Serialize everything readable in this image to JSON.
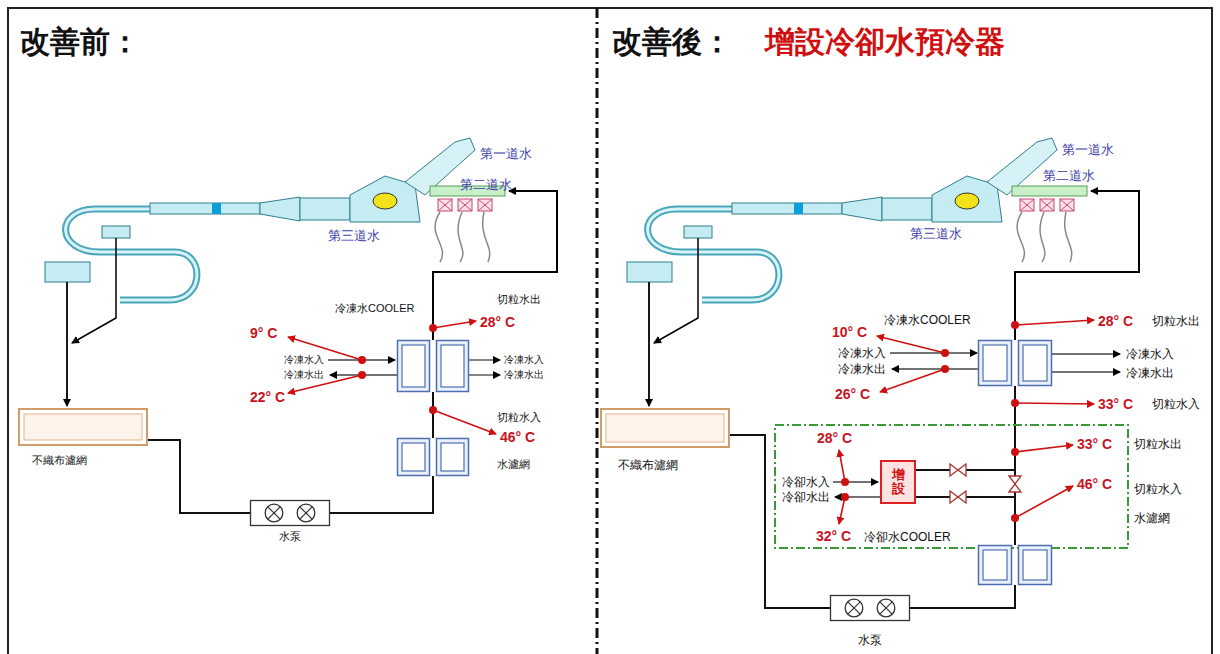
{
  "diagram": {
    "nodes": [
      {
        "text": [
          "不織布濾網"
        ]
      },
      {
        "text": [
          "水泵"
        ]
      },
      {
        "text": [
          "水濾網"
        ]
      },
      {
        "text": [
          "冷凍水COOLER"
        ]
      },
      {
        "text": [
          "不織布濾網"
        ]
      },
      {
        "text": [
          "水泵"
        ]
      },
      {
        "text": [
          "水濾網"
        ]
      },
      {
        "text": [
          "冷凍水COOLER"
        ]
      },
      {
        "text": [
          "增設",
          "冷卻水COOLER"
        ]
      }
    ],
    "edges": [
      {
        "from": 0,
        "to": 1,
        "arrow": "none"
      },
      {
        "from": 1,
        "to": 2,
        "arrow": "none"
      },
      {
        "from": 2,
        "to": 3,
        "arrow": "none"
      },
      {
        "from": 4,
        "to": 5,
        "arrow": "none"
      },
      {
        "from": 5,
        "to": 6,
        "arrow": "none"
      },
      {
        "from": 6,
        "to": 8,
        "arrow": "none"
      },
      {
        "from": 8,
        "to": 7,
        "arrow": "none"
      }
    ],
    "labels": [
      "改善前：",
      "改善後：",
      "增設冷卻水預冷器",
      "第一道水",
      "第二道水",
      "第三道水",
      "切粒水出",
      "9° C",
      "28° C",
      "冷凍水入",
      "冷凍水出",
      "冷凍水入",
      "冷凍水出",
      "22° C",
      "切粒水入",
      "46° C",
      "第一道水",
      "第二道水",
      "第三道水",
      "28° C",
      "切粒水出",
      "10° C",
      "冷凍水入",
      "冷凍水出",
      "冷凍水入",
      "冷凍水出",
      "26° C",
      "33° C",
      "切粒水入",
      "28° C",
      "33° C",
      "切粒水出",
      "冷卻水入",
      "冷卻水出",
      "46° C",
      "切粒水入",
      "32° C"
    ]
  }
}
